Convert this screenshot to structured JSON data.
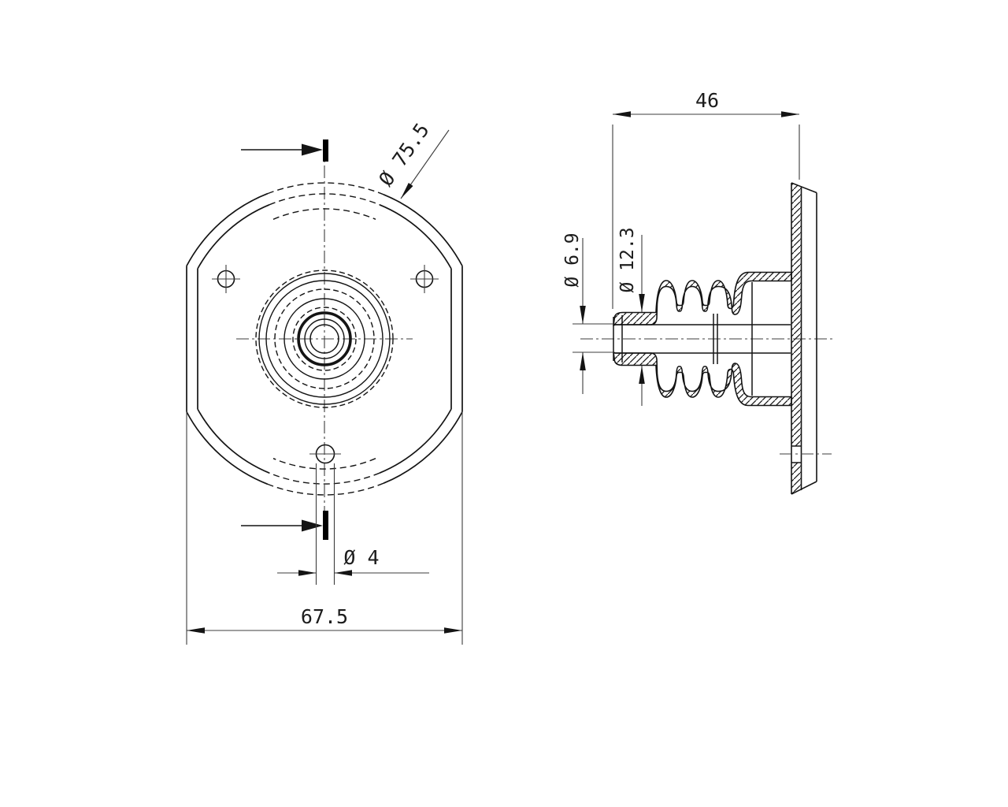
{
  "front_view": {
    "outer_diameter_label": "Ø 75.5",
    "hole_diameter_label": "Ø 4",
    "overall_width_label": "67.5"
  },
  "side_view": {
    "depth_label": "46",
    "bore_diameter_label": "Ø 6.9",
    "stem_diameter_label": "Ø 12.3"
  },
  "colors": {
    "outline": "#141414",
    "dimension": "#3d3d3d",
    "background": "#ffffff"
  }
}
